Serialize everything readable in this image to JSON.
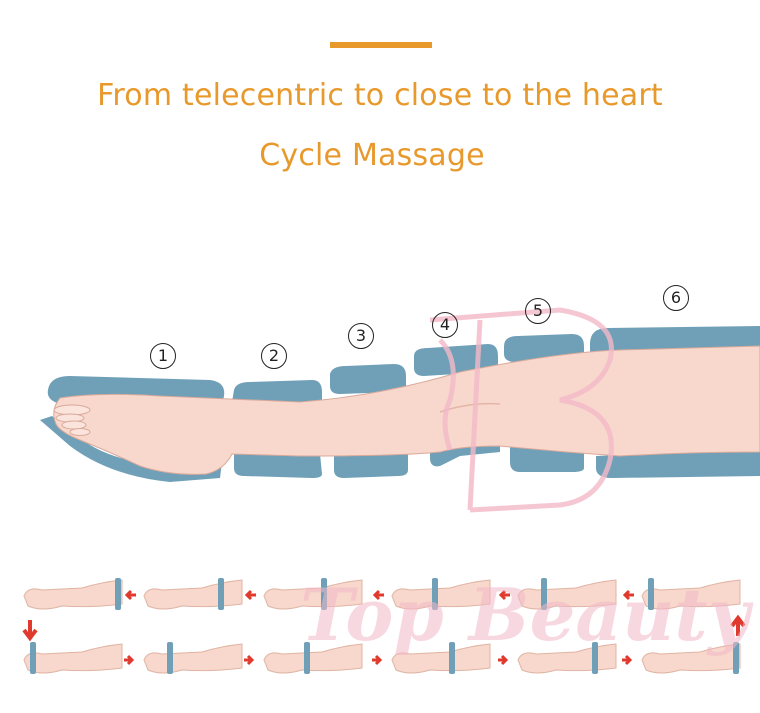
{
  "headline": {
    "line1": "From telecentric to close to the heart",
    "line2": "Cycle Massage"
  },
  "chambers": [
    {
      "number": "1"
    },
    {
      "number": "2"
    },
    {
      "number": "3"
    },
    {
      "number": "4"
    },
    {
      "number": "5"
    },
    {
      "number": "6"
    }
  ],
  "watermark": {
    "monogram": "TB",
    "brand": "Top Beauty"
  },
  "icons": {
    "leg": "leg-illustration",
    "cuff": "air-chamber-cuff",
    "arrow": "sequence-arrow"
  },
  "colors": {
    "accent": "#e8992c",
    "cuff": "#6fa0b8",
    "skin": "#f8d8cc",
    "arrow": "#e03a2e",
    "watermark": "#f3b9c8"
  }
}
